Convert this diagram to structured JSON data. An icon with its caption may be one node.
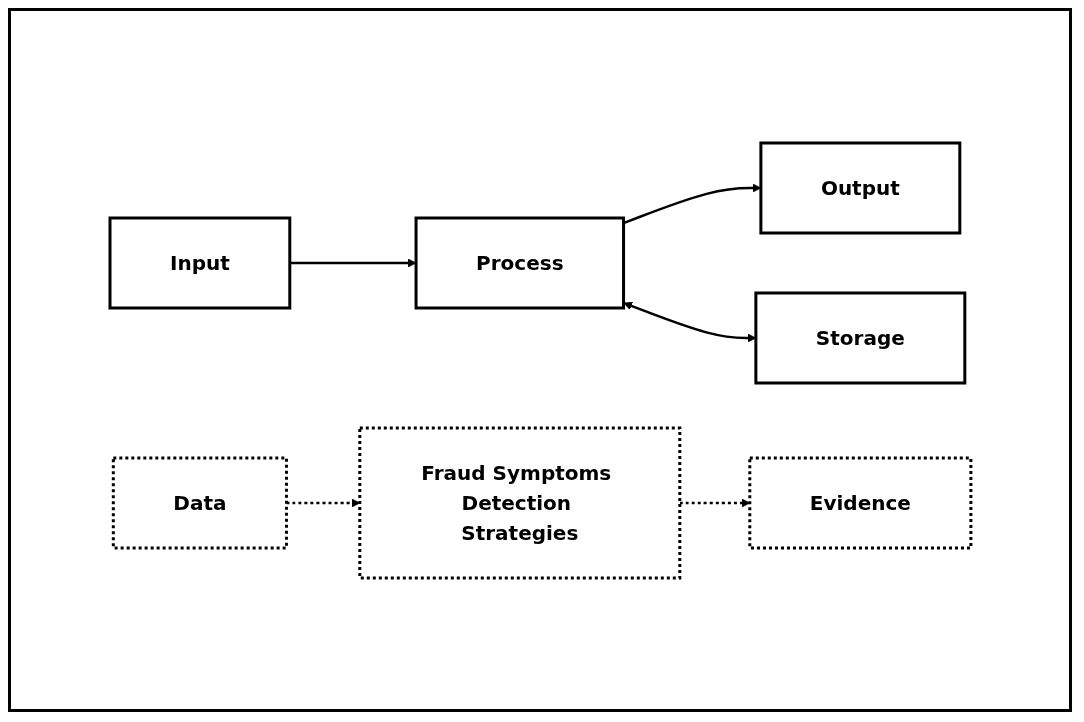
{
  "diagram": {
    "nodes": [
      {
        "text": [
          "Input"
        ]
      },
      {
        "text": [
          "Process"
        ]
      },
      {
        "text": [
          "Output"
        ]
      },
      {
        "text": [
          "Storage"
        ]
      },
      {
        "text": [
          "Data"
        ]
      },
      {
        "text": [
          "Fraud Symptoms Detection Strategies"
        ]
      },
      {
        "text": [
          "Evidence"
        ]
      }
    ],
    "edges": [
      {
        "from": 0,
        "to": 1,
        "arrow": "to"
      },
      {
        "from": 1,
        "to": 2,
        "arrow": "to"
      },
      {
        "from": 1,
        "to": 3,
        "arrow": "both"
      },
      {
        "from": 4,
        "to": 5,
        "arrow": "to",
        "style": "dashed"
      },
      {
        "from": 5,
        "to": 6,
        "arrow": "to",
        "style": "dashed"
      }
    ]
  }
}
